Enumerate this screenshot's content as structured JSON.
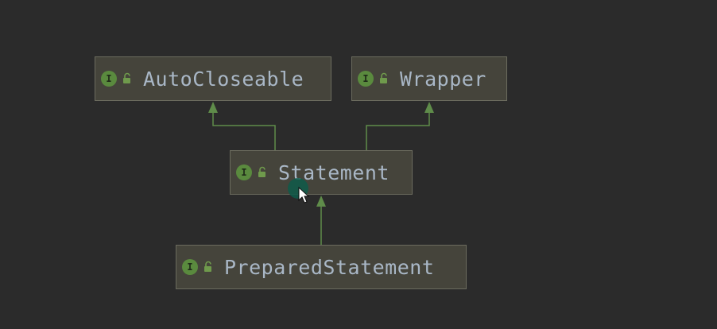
{
  "diagram": {
    "nodes": [
      {
        "id": "autocloseable",
        "label": "AutoCloseable",
        "kind": "interface",
        "icon": "interface-icon",
        "badge": "I",
        "access_icon": "unlocked-icon"
      },
      {
        "id": "wrapper",
        "label": "Wrapper",
        "kind": "interface",
        "icon": "interface-icon",
        "badge": "I",
        "access_icon": "unlocked-icon"
      },
      {
        "id": "statement",
        "label": "Statement",
        "kind": "interface",
        "icon": "interface-icon",
        "badge": "I",
        "access_icon": "unlocked-icon"
      },
      {
        "id": "preparedstatement",
        "label": "PreparedStatement",
        "kind": "interface",
        "icon": "interface-icon",
        "badge": "I",
        "access_icon": "unlocked-icon"
      }
    ],
    "edges": [
      {
        "from": "statement",
        "to": "autocloseable",
        "type": "extends"
      },
      {
        "from": "statement",
        "to": "wrapper",
        "type": "extends"
      },
      {
        "from": "preparedstatement",
        "to": "statement",
        "type": "extends"
      }
    ],
    "colors": {
      "background": "#2b2b2b",
      "node_fill": "#45443b",
      "node_border": "#6b6b5e",
      "edge": "#5f8c4a",
      "text": "#a9b7c6",
      "interface_badge": "#5a8a3e"
    }
  }
}
